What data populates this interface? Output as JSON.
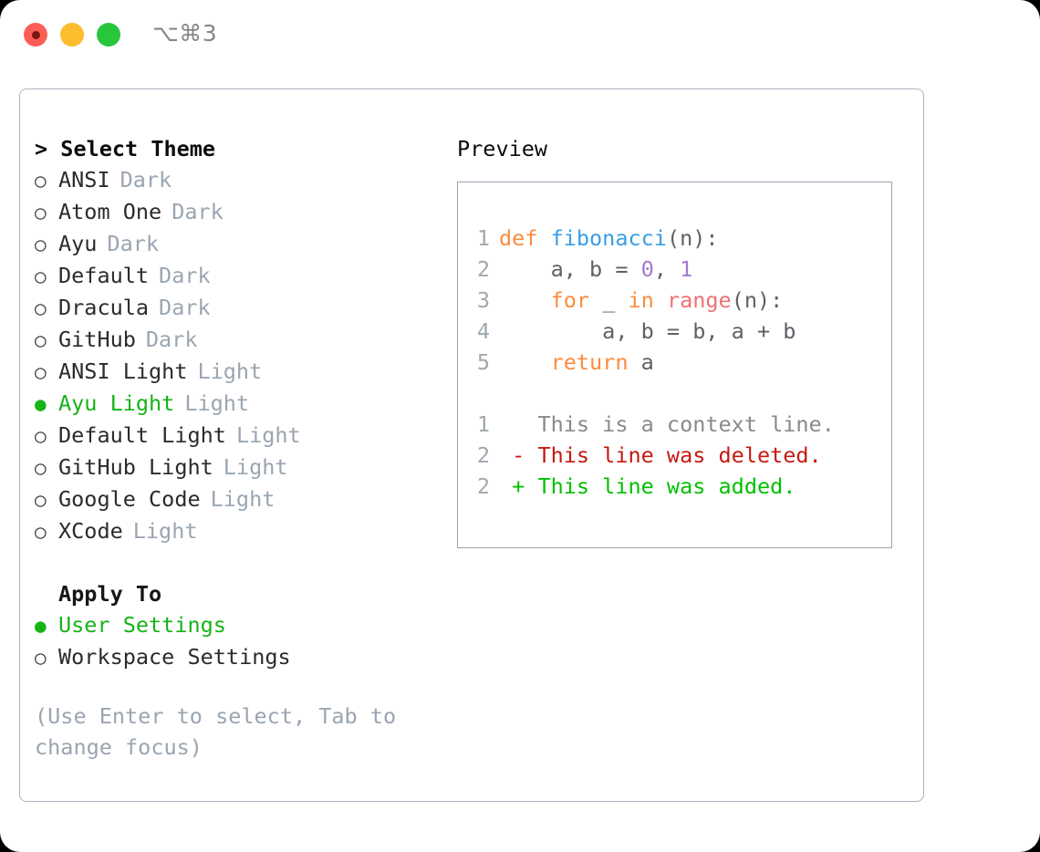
{
  "titlebar": {
    "shortcut": "⌥⌘3",
    "lights": [
      {
        "name": "close",
        "color": "#FB5E56"
      },
      {
        "name": "minimize",
        "color": "#FBBD2E"
      },
      {
        "name": "zoom",
        "color": "#29C63C"
      }
    ]
  },
  "theme_section": {
    "heading": "> Select Theme",
    "options": [
      {
        "marker": "○",
        "label": "ANSI",
        "tag": "Dark",
        "selected": false
      },
      {
        "marker": "○",
        "label": "Atom One",
        "tag": "Dark",
        "selected": false
      },
      {
        "marker": "○",
        "label": "Ayu",
        "tag": "Dark",
        "selected": false
      },
      {
        "marker": "○",
        "label": "Default",
        "tag": "Dark",
        "selected": false
      },
      {
        "marker": "○",
        "label": "Dracula",
        "tag": "Dark",
        "selected": false
      },
      {
        "marker": "○",
        "label": "GitHub",
        "tag": "Dark",
        "selected": false
      },
      {
        "marker": "○",
        "label": "ANSI Light",
        "tag": "Light",
        "selected": false
      },
      {
        "marker": "●",
        "label": "Ayu Light",
        "tag": "Light",
        "selected": true
      },
      {
        "marker": "○",
        "label": "Default Light",
        "tag": "Light",
        "selected": false
      },
      {
        "marker": "○",
        "label": "GitHub Light",
        "tag": "Light",
        "selected": false
      },
      {
        "marker": "○",
        "label": "Google Code",
        "tag": "Light",
        "selected": false
      },
      {
        "marker": "○",
        "label": "XCode",
        "tag": "Light",
        "selected": false
      }
    ]
  },
  "apply_section": {
    "heading": "Apply To",
    "options": [
      {
        "marker": "●",
        "label": "User Settings",
        "selected": true
      },
      {
        "marker": "○",
        "label": "Workspace Settings",
        "selected": false
      }
    ]
  },
  "hint": "(Use Enter to select, Tab to change focus)",
  "preview": {
    "title": "Preview",
    "code_lines": [
      {
        "number": "1",
        "tokens": [
          {
            "text": "def ",
            "kind": "kw"
          },
          {
            "text": "fibonacci",
            "kind": "fn"
          },
          {
            "text": "(n):",
            "kind": "punc"
          }
        ]
      },
      {
        "number": "2",
        "tokens": [
          {
            "text": "    a, b = ",
            "kind": "txt"
          },
          {
            "text": "0",
            "kind": "num"
          },
          {
            "text": ", ",
            "kind": "txt"
          },
          {
            "text": "1",
            "kind": "num"
          }
        ]
      },
      {
        "number": "3",
        "tokens": [
          {
            "text": "    ",
            "kind": "txt"
          },
          {
            "text": "for",
            "kind": "kw"
          },
          {
            "text": " _ ",
            "kind": "txt"
          },
          {
            "text": "in",
            "kind": "kw"
          },
          {
            "text": " ",
            "kind": "txt"
          },
          {
            "text": "range",
            "kind": "call"
          },
          {
            "text": "(n):",
            "kind": "punc"
          }
        ]
      },
      {
        "number": "4",
        "tokens": [
          {
            "text": "        a, b = b, a + b",
            "kind": "txt"
          }
        ]
      },
      {
        "number": "5",
        "tokens": [
          {
            "text": "    ",
            "kind": "txt"
          },
          {
            "text": "return",
            "kind": "kw"
          },
          {
            "text": " a",
            "kind": "txt"
          }
        ]
      }
    ],
    "diff_lines": [
      {
        "number": "1",
        "sign": " ",
        "text": " This is a context line.",
        "kind": "ctx"
      },
      {
        "number": "2",
        "sign": "-",
        "text": " This line was deleted.",
        "kind": "del"
      },
      {
        "number": "2",
        "sign": "+",
        "text": " This line was added.",
        "kind": "add"
      }
    ]
  },
  "colors": {
    "accent_green": "#17b317",
    "muted": "#9AA5B1",
    "keyword": "#FA8D3E",
    "function": "#399EE6",
    "number": "#A37ACC",
    "call": "#F07171",
    "diff_delete": "#C41A10",
    "diff_add": "#00C000"
  }
}
